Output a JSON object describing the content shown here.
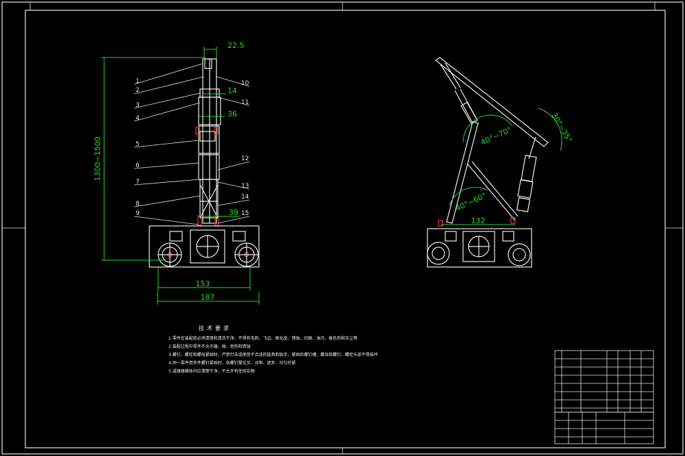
{
  "front_view": {
    "dimensions": {
      "width_top": "22.5",
      "width_col": "14",
      "width_mid": "36",
      "width_low": "39",
      "wheel_base": "153",
      "overall_width": "187",
      "height_range": "1300~1500"
    },
    "part_numbers_left": [
      "1",
      "2",
      "3",
      "4",
      "5",
      "6",
      "7",
      "8",
      "9"
    ],
    "part_numbers_right": [
      "10",
      "11",
      "12",
      "13",
      "14",
      "15"
    ]
  },
  "side_view": {
    "dimensions": {
      "angle_arm": "40°~70°",
      "angle_wrist": "30°~35°",
      "angle_base": "40°~60°",
      "base_span": "132"
    }
  },
  "technical_requirements": {
    "title": "技术要求",
    "items": [
      "1.零件在装配前必须清理和清洗干净，不得有毛刺、飞边、氧化皮、锈蚀、切屑、油污、着色剂和灰尘等",
      "2.装配过程中零件不允许磕、碰、划伤和锈蚀",
      "3.螺钉、螺栓和螺母紧固时，严禁打击或使用不合适的旋具和扳手，紧固后螺钉槽、螺母和螺钉、螺栓头部不得损坏",
      "4.同一零件用多件螺钉紧固时，各螺钉需交叉、对称、逐步、均匀拧紧",
      "5.减速器箱体内应清理干净，不允许有任何杂物"
    ]
  }
}
